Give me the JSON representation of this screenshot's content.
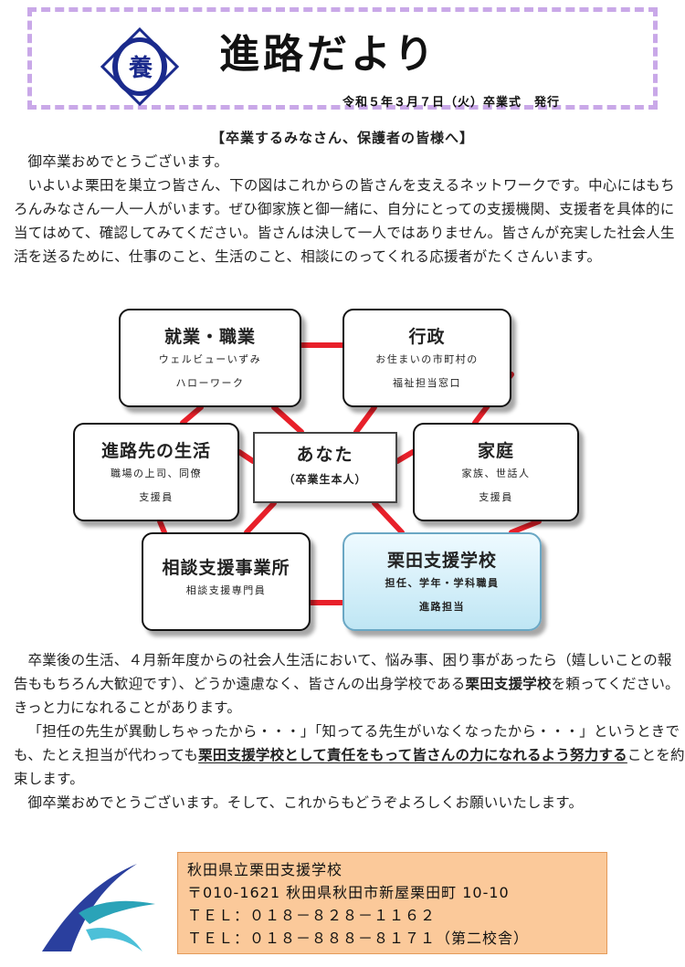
{
  "header": {
    "title": "進路だより",
    "issue_line": "令和５年３月７日（火）卒業式　発行",
    "emblem_char": "養"
  },
  "intro": {
    "heading": "【卒業するみなさん、保護者の皆様へ】",
    "line1": "御卒業おめでとうございます。",
    "para2": "いよいよ栗田を巣立つ皆さん、下の図はこれからの皆さんを支えるネットワークです。中心にはもちろんみなさん一人一人がいます。ぜひ御家族と御一緒に、自分にとっての支援機関、支援者を具体的に当てはめて、確認してみてください。皆さんは決して一人ではありません。皆さんが充実した社会人生活を送るために、仕事のこと、生活のこと、相談にのってくれる応援者がたくさんいます。"
  },
  "diagram": {
    "center": {
      "title": "あなた",
      "sub": "（卒業生本人）"
    },
    "nodes": {
      "employment": {
        "title": "就業・職業",
        "lines": [
          "ウェルビューいずみ",
          "ハローワーク"
        ]
      },
      "government": {
        "title": "行政",
        "lines": [
          "お住まいの市町村の",
          "福祉担当窓口"
        ]
      },
      "life": {
        "title": "進路先の生活",
        "lines": [
          "職場の上司、同僚",
          "支援員"
        ]
      },
      "family": {
        "title": "家庭",
        "lines": [
          "家族、世話人",
          "支援員"
        ]
      },
      "consult": {
        "title": "相談支援事業所",
        "lines": [
          "相談支援専門員"
        ]
      },
      "school": {
        "title": "栗田支援学校",
        "lines": [
          "担任、学年・学科職員",
          "進路担当"
        ]
      }
    },
    "line_color": "#e8202a"
  },
  "closing": {
    "p1_a": "卒業後の生活、４月新年度からの社会人生活において、悩み事、困り事があったら（嬉しいことの報告ももちろん大歓迎です）、どうか遠慮なく、皆さんの出身学校である",
    "p1_bold": "栗田支援学校",
    "p1_b": "を頼ってください。きっと力になれることがあります。",
    "p2_a": "「担任の先生が異動しちゃったから・・・」「知ってる先生がいなくなったから・・・」というときでも、たとえ担当が代わっても",
    "p2_bold": "栗田支援学校として責任をもって皆さんの力になれるよう努力する",
    "p2_b": "ことを約束します。",
    "p3": "御卒業おめでとうございます。そして、これからもどうぞよろしくお願いいたします。"
  },
  "footer": {
    "school": "秋田県立栗田支援学校",
    "address": "〒010-1621 秋田県秋田市新屋栗田町 10-10",
    "tel1": "ＴＥＬ：０１８－８２８－１１６２",
    "tel2": "ＴＥＬ：０１８－８８８－８１７１（第二校舎）"
  }
}
